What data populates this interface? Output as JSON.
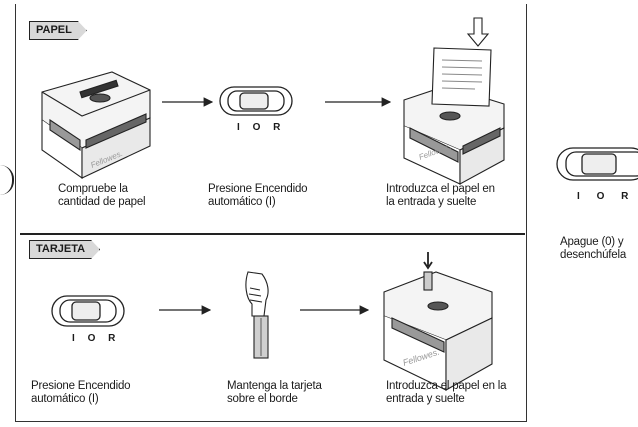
{
  "tags": {
    "paper": "PAPEL",
    "card": "TARJETA"
  },
  "switch": {
    "i": "I",
    "o": "O",
    "r": "R"
  },
  "logo": "Fellowes.",
  "captions": {
    "check_paper": [
      "Compruebe la",
      "cantidad de papel"
    ],
    "press_auto_1": [
      "Presione Encendido",
      "automático (I)"
    ],
    "insert_paper": [
      "Introduzca el papel en",
      "la entrada y suelte"
    ],
    "press_auto_2": [
      "Presione Encendido",
      "automático (I)"
    ],
    "hold_card": [
      "Mantenga la tarjeta",
      "sobre el borde"
    ],
    "insert_card": [
      "Introduzca el papel en la",
      "entrada y suelte"
    ],
    "turn_off": [
      "Apague (0) y",
      "desenchúfela"
    ]
  }
}
